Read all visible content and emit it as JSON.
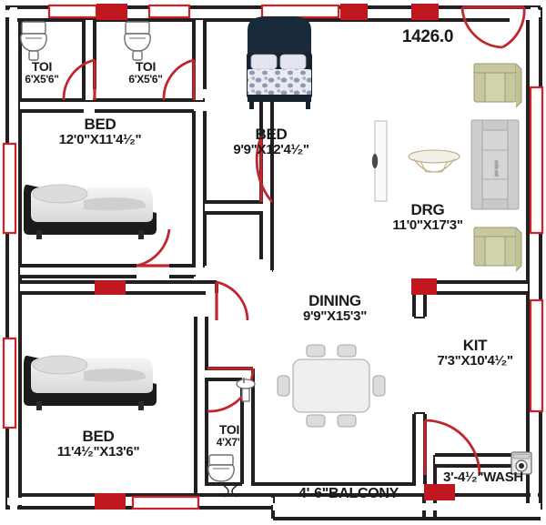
{
  "plan": {
    "total_area": "1426.0",
    "colors": {
      "wall": "#231f20",
      "wall_fill": "#ffffff",
      "door_red": "#c0272d",
      "window_red": "#cf2027",
      "pillar_red": "#c1181f",
      "text": "#1a1a1a",
      "sofa_gray": "#d6d6d6",
      "chair_olive": "#d3d3ac",
      "bed_dark": "#1c2b38",
      "table_white": "#efefef",
      "background": "#ffffff"
    },
    "rooms": [
      {
        "id": "toilet-top-left",
        "name": "TOI",
        "dimension": "6'X5'6\"",
        "fixtures": [
          "toilet-icon"
        ]
      },
      {
        "id": "toilet-top-mid",
        "name": "TOI",
        "dimension": "6'X5'6\"",
        "fixtures": [
          "toilet-icon"
        ]
      },
      {
        "id": "bedroom-left-top",
        "name": "BED",
        "dimension": "12'0\"X11'4¹⁄₂\"",
        "fixtures": [
          "bed-icon"
        ]
      },
      {
        "id": "bedroom-middle-top",
        "name": "BED",
        "dimension": "9'9\"X12'4¹⁄₂\"",
        "fixtures": [
          "bed-icon"
        ]
      },
      {
        "id": "drawing-room",
        "name": "DRG",
        "dimension": "11'0\"X17'3\"",
        "fixtures": [
          "armchair-icon",
          "sofa-icon",
          "armchair-icon",
          "coffee-table-icon",
          "tv-unit-icon"
        ]
      },
      {
        "id": "bedroom-left-bottom",
        "name": "BED",
        "dimension": "11'4¹⁄₂\"X13'6\"",
        "fixtures": [
          "bed-icon"
        ]
      },
      {
        "id": "toilet-bottom-mid",
        "name": "TOI",
        "dimension": "4'X7\"",
        "fixtures": [
          "sink-icon",
          "toilet-icon"
        ]
      },
      {
        "id": "dining",
        "name": "DINING",
        "dimension": "9'9\"X15'3\"",
        "fixtures": [
          "dining-table-icon"
        ]
      },
      {
        "id": "kitchen",
        "name": "KIT",
        "dimension": "7'3\"X10'4¹⁄₂\"",
        "fixtures": []
      }
    ],
    "strips": [
      {
        "id": "balcony",
        "label": "4'-6\"BALCONY"
      },
      {
        "id": "wash",
        "label": "3'-4¹⁄₂\"WASH",
        "fixtures": [
          "washing-machine-icon"
        ]
      }
    ]
  }
}
